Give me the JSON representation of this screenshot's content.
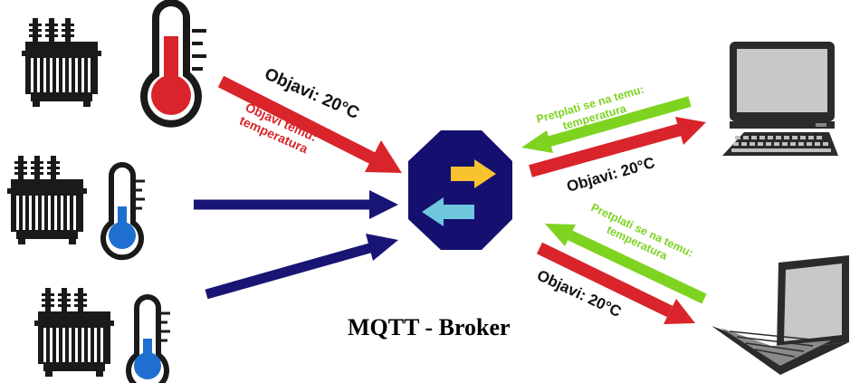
{
  "broker": {
    "title": "MQTT - Broker",
    "colors": {
      "octagon": "#151070",
      "arrow_out": "#f9c22f",
      "arrow_in": "#6fc8dc"
    }
  },
  "colors": {
    "publish": "#d8242a",
    "subscribe": "#7ed321",
    "sensor": "#181575",
    "thermo_hot": "#d8242a",
    "thermo_cold": "#1f6fd0",
    "device_dark": "#2b2b2b",
    "screen": "#c8c8c8"
  },
  "sensors": [
    {
      "name": "transformer-hot",
      "thermometer": "thermometer-hot-icon"
    },
    {
      "name": "transformer-cold-1",
      "thermometer": "thermometer-cold-icon"
    },
    {
      "name": "transformer-cold-2",
      "thermometer": "thermometer-cold-icon"
    }
  ],
  "labels": {
    "publish_value_sensor": "Objavi: 20°C",
    "publish_topic_line1": "Objavi temu:",
    "publish_topic_line2": "temperatura",
    "desktop_subscribe_line1": "Pretplati se na temu:",
    "desktop_subscribe_line2": "temperatura",
    "desktop_publish": "Objavi: 20°C",
    "laptop_subscribe_line1": "Pretplati se na temu:",
    "laptop_subscribe_line2": "temperatura",
    "laptop_publish": "Objavi: 20°C"
  }
}
